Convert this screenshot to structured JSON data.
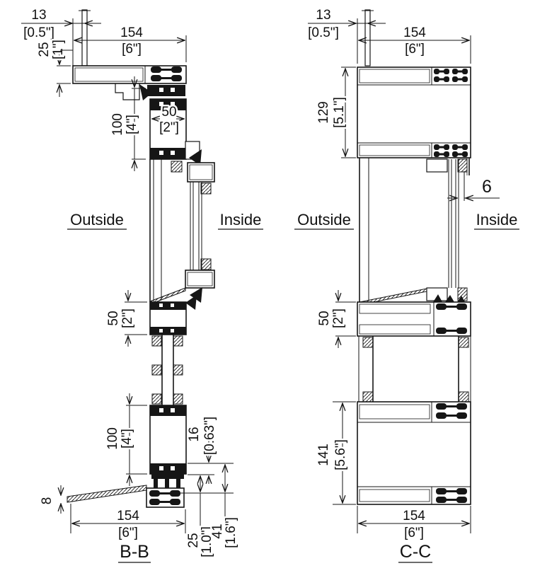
{
  "sections": {
    "bb": {
      "title": "B-B",
      "outside": "Outside",
      "inside": "Inside",
      "dims": {
        "fin_offset_mm": "13",
        "fin_offset_in": "[0.5\"]",
        "width_top_mm": "154",
        "width_top_in": "[6\"]",
        "cap_mm": "25",
        "cap_in": "[1\"]",
        "vent_mm": "100",
        "vent_in": "[4\"]",
        "vent_w_mm": "50",
        "vent_w_in": "[2\"]",
        "transom_mm": "50",
        "transom_in": "[2\"]",
        "sillframe_mm": "100",
        "sillframe_in": "[4\"]",
        "gasket_mm": "16",
        "gasket_in": "[0.63\"]",
        "flashing_mm": "8",
        "width_bot_mm": "154",
        "width_bot_in": "[6\"]",
        "silloff_mm": "25",
        "silloff_in": "[1.0\"]",
        "silltot_mm": "41",
        "silltot_in": "[1.6\"]"
      }
    },
    "cc": {
      "title": "C-C",
      "outside": "Outside",
      "inside": "Inside",
      "dims": {
        "fin_offset_mm": "13",
        "fin_offset_in": "[0.5\"]",
        "width_top_mm": "154",
        "width_top_in": "[6\"]",
        "head_mm": "129",
        "head_in": "[5.1\"]",
        "glass_mm": "6",
        "transom_mm": "50",
        "transom_in": "[2\"]",
        "sill_mm": "141",
        "sill_in": "[5.6\"]",
        "width_bot_mm": "154",
        "width_bot_in": "[6\"]"
      }
    }
  }
}
